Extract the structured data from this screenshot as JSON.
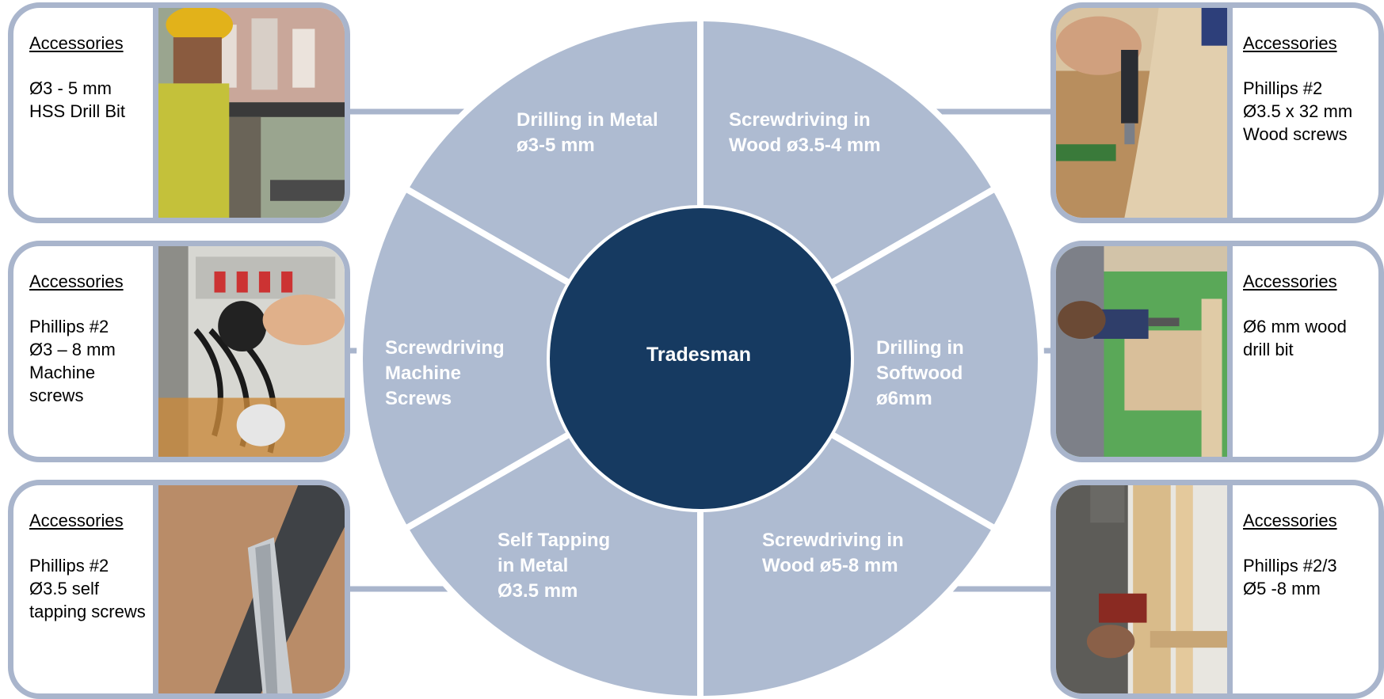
{
  "center": {
    "label": "Tradesman"
  },
  "colors": {
    "segment": "#aebbd1",
    "center": "#163a61",
    "card_border": "#a9b5cc",
    "connector": "#a9b5cc",
    "label": "#ffffff"
  },
  "segments": [
    {
      "id": "drill-metal",
      "lines": [
        "Drilling in Metal",
        "ø3-5 mm"
      ]
    },
    {
      "id": "screw-wood-small",
      "lines": [
        "Screwdriving in",
        "Wood ø3.5-4 mm"
      ]
    },
    {
      "id": "drill-softwood",
      "lines": [
        "Drilling in",
        "Softwood",
        "ø6mm"
      ]
    },
    {
      "id": "screw-wood-large",
      "lines": [
        "Screwdriving in",
        "Wood ø5-8 mm"
      ]
    },
    {
      "id": "self-tapping",
      "lines": [
        "Self Tapping",
        "in Metal",
        "Ø3.5 mm"
      ]
    },
    {
      "id": "screw-machine",
      "lines": [
        "Screwdriving",
        "Machine",
        "Screws"
      ]
    }
  ],
  "cards": [
    {
      "id": "drill-metal",
      "side": "left",
      "heading": "Accessories",
      "lines": [
        "Ø3 - 5 mm",
        "HSS Drill Bit"
      ],
      "photo": "worker-drilling-window-frame-photo"
    },
    {
      "id": "screw-machine",
      "side": "left",
      "heading": "Accessories",
      "lines": [
        "Phillips #2",
        "Ø3 – 8 mm",
        "Machine",
        "screws"
      ],
      "photo": "screwdriving-electrical-cabinet-photo"
    },
    {
      "id": "self-tapping",
      "side": "left",
      "heading": "Accessories",
      "lines": [
        "Phillips #2",
        "Ø3.5 self",
        "tapping screws"
      ],
      "photo": "self-tapping-metal-profile-photo"
    },
    {
      "id": "screw-wood-small",
      "side": "right",
      "heading": "Accessories",
      "lines": [
        "Phillips #2",
        "Ø3.5 x 32 mm",
        "Wood screws"
      ],
      "photo": "screwdriving-wood-board-photo"
    },
    {
      "id": "drill-softwood",
      "side": "right",
      "heading": "Accessories",
      "lines": [
        "Ø6 mm wood",
        "drill bit"
      ],
      "photo": "drilling-softwood-frame-photo"
    },
    {
      "id": "screw-wood-large",
      "side": "right",
      "heading": "Accessories",
      "lines": [
        "Phillips #2/3",
        "Ø5 -8 mm"
      ],
      "photo": "screwdriving-wood-post-photo"
    }
  ]
}
